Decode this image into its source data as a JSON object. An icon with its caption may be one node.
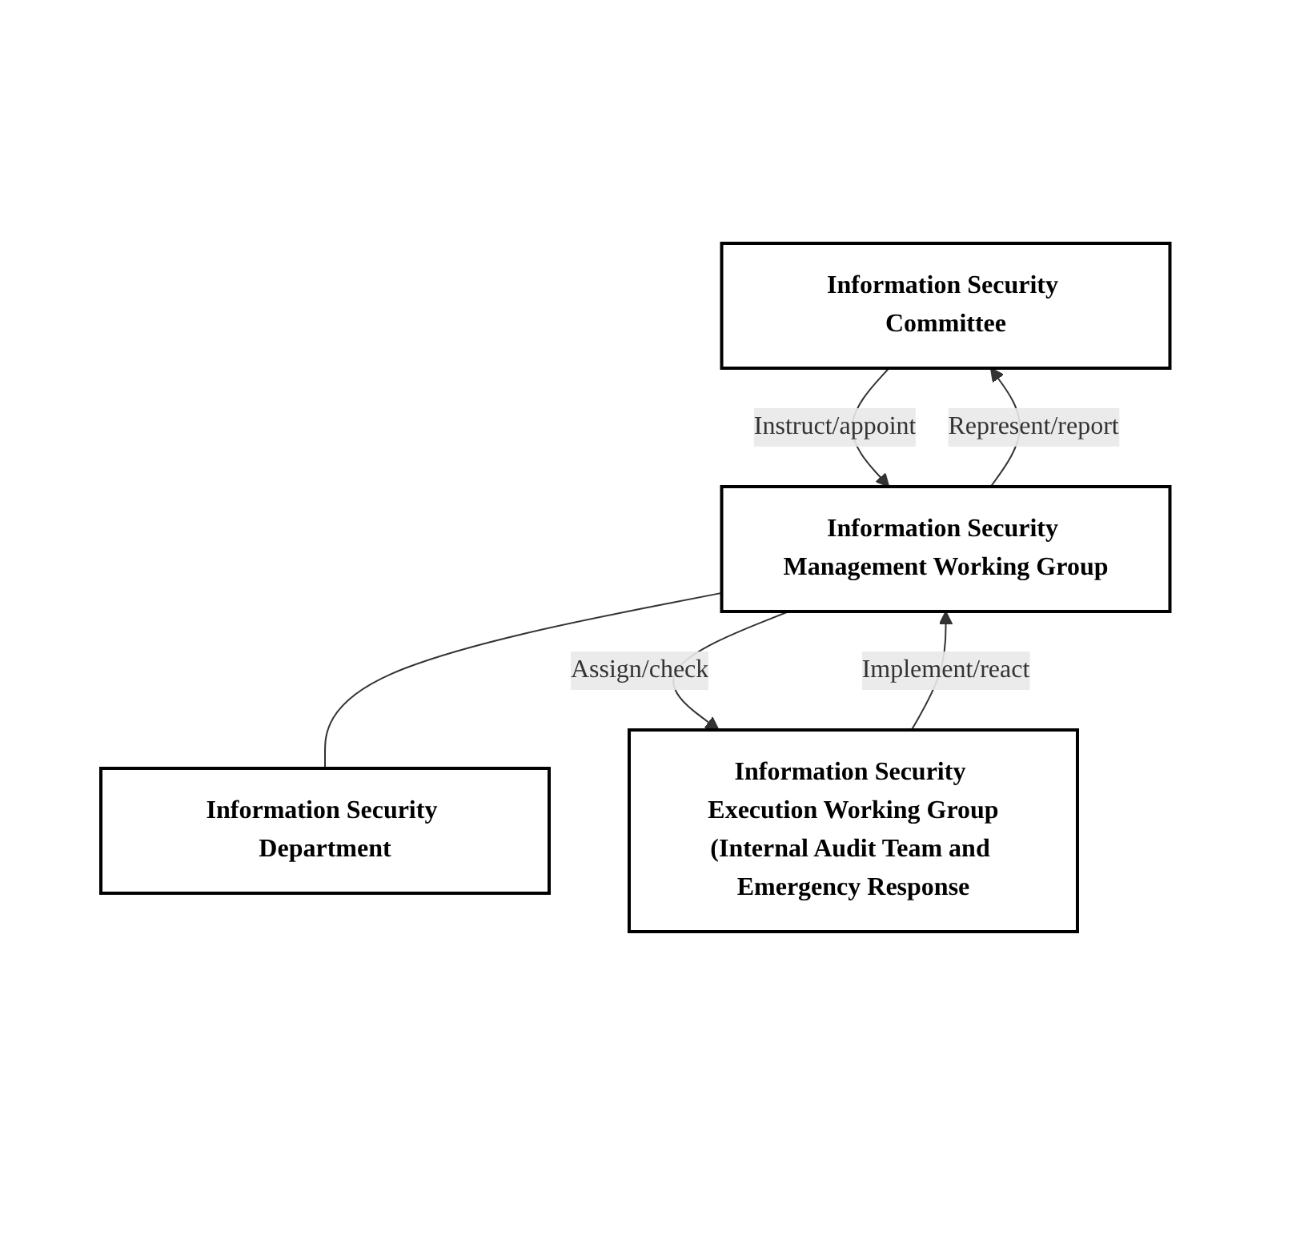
{
  "diagram": {
    "nodes": [
      {
        "text": [
          "Information Security Committee"
        ]
      },
      {
        "text": [
          "Information Security Management Working Group"
        ]
      },
      {
        "text": [
          "Information Security Department"
        ]
      },
      {
        "text": [
          "Information Security Execution Working Group",
          "(Internal Audit Team and Emergency Response"
        ]
      }
    ],
    "edges": [
      {
        "from": 0,
        "to": 1,
        "arrow": "to",
        "label": "Instruct/appoint"
      },
      {
        "from": 3,
        "to": 1,
        "arrow": "to",
        "label": "Implement/react"
      },
      {
        "from": 1,
        "to": 0,
        "arrow": "to",
        "label": "Represent/report"
      },
      {
        "from": 1,
        "to": 3,
        "arrow": "to",
        "label": "Assign/check"
      },
      {
        "from": 1,
        "to": 2,
        "arrow": "none"
      }
    ]
  }
}
